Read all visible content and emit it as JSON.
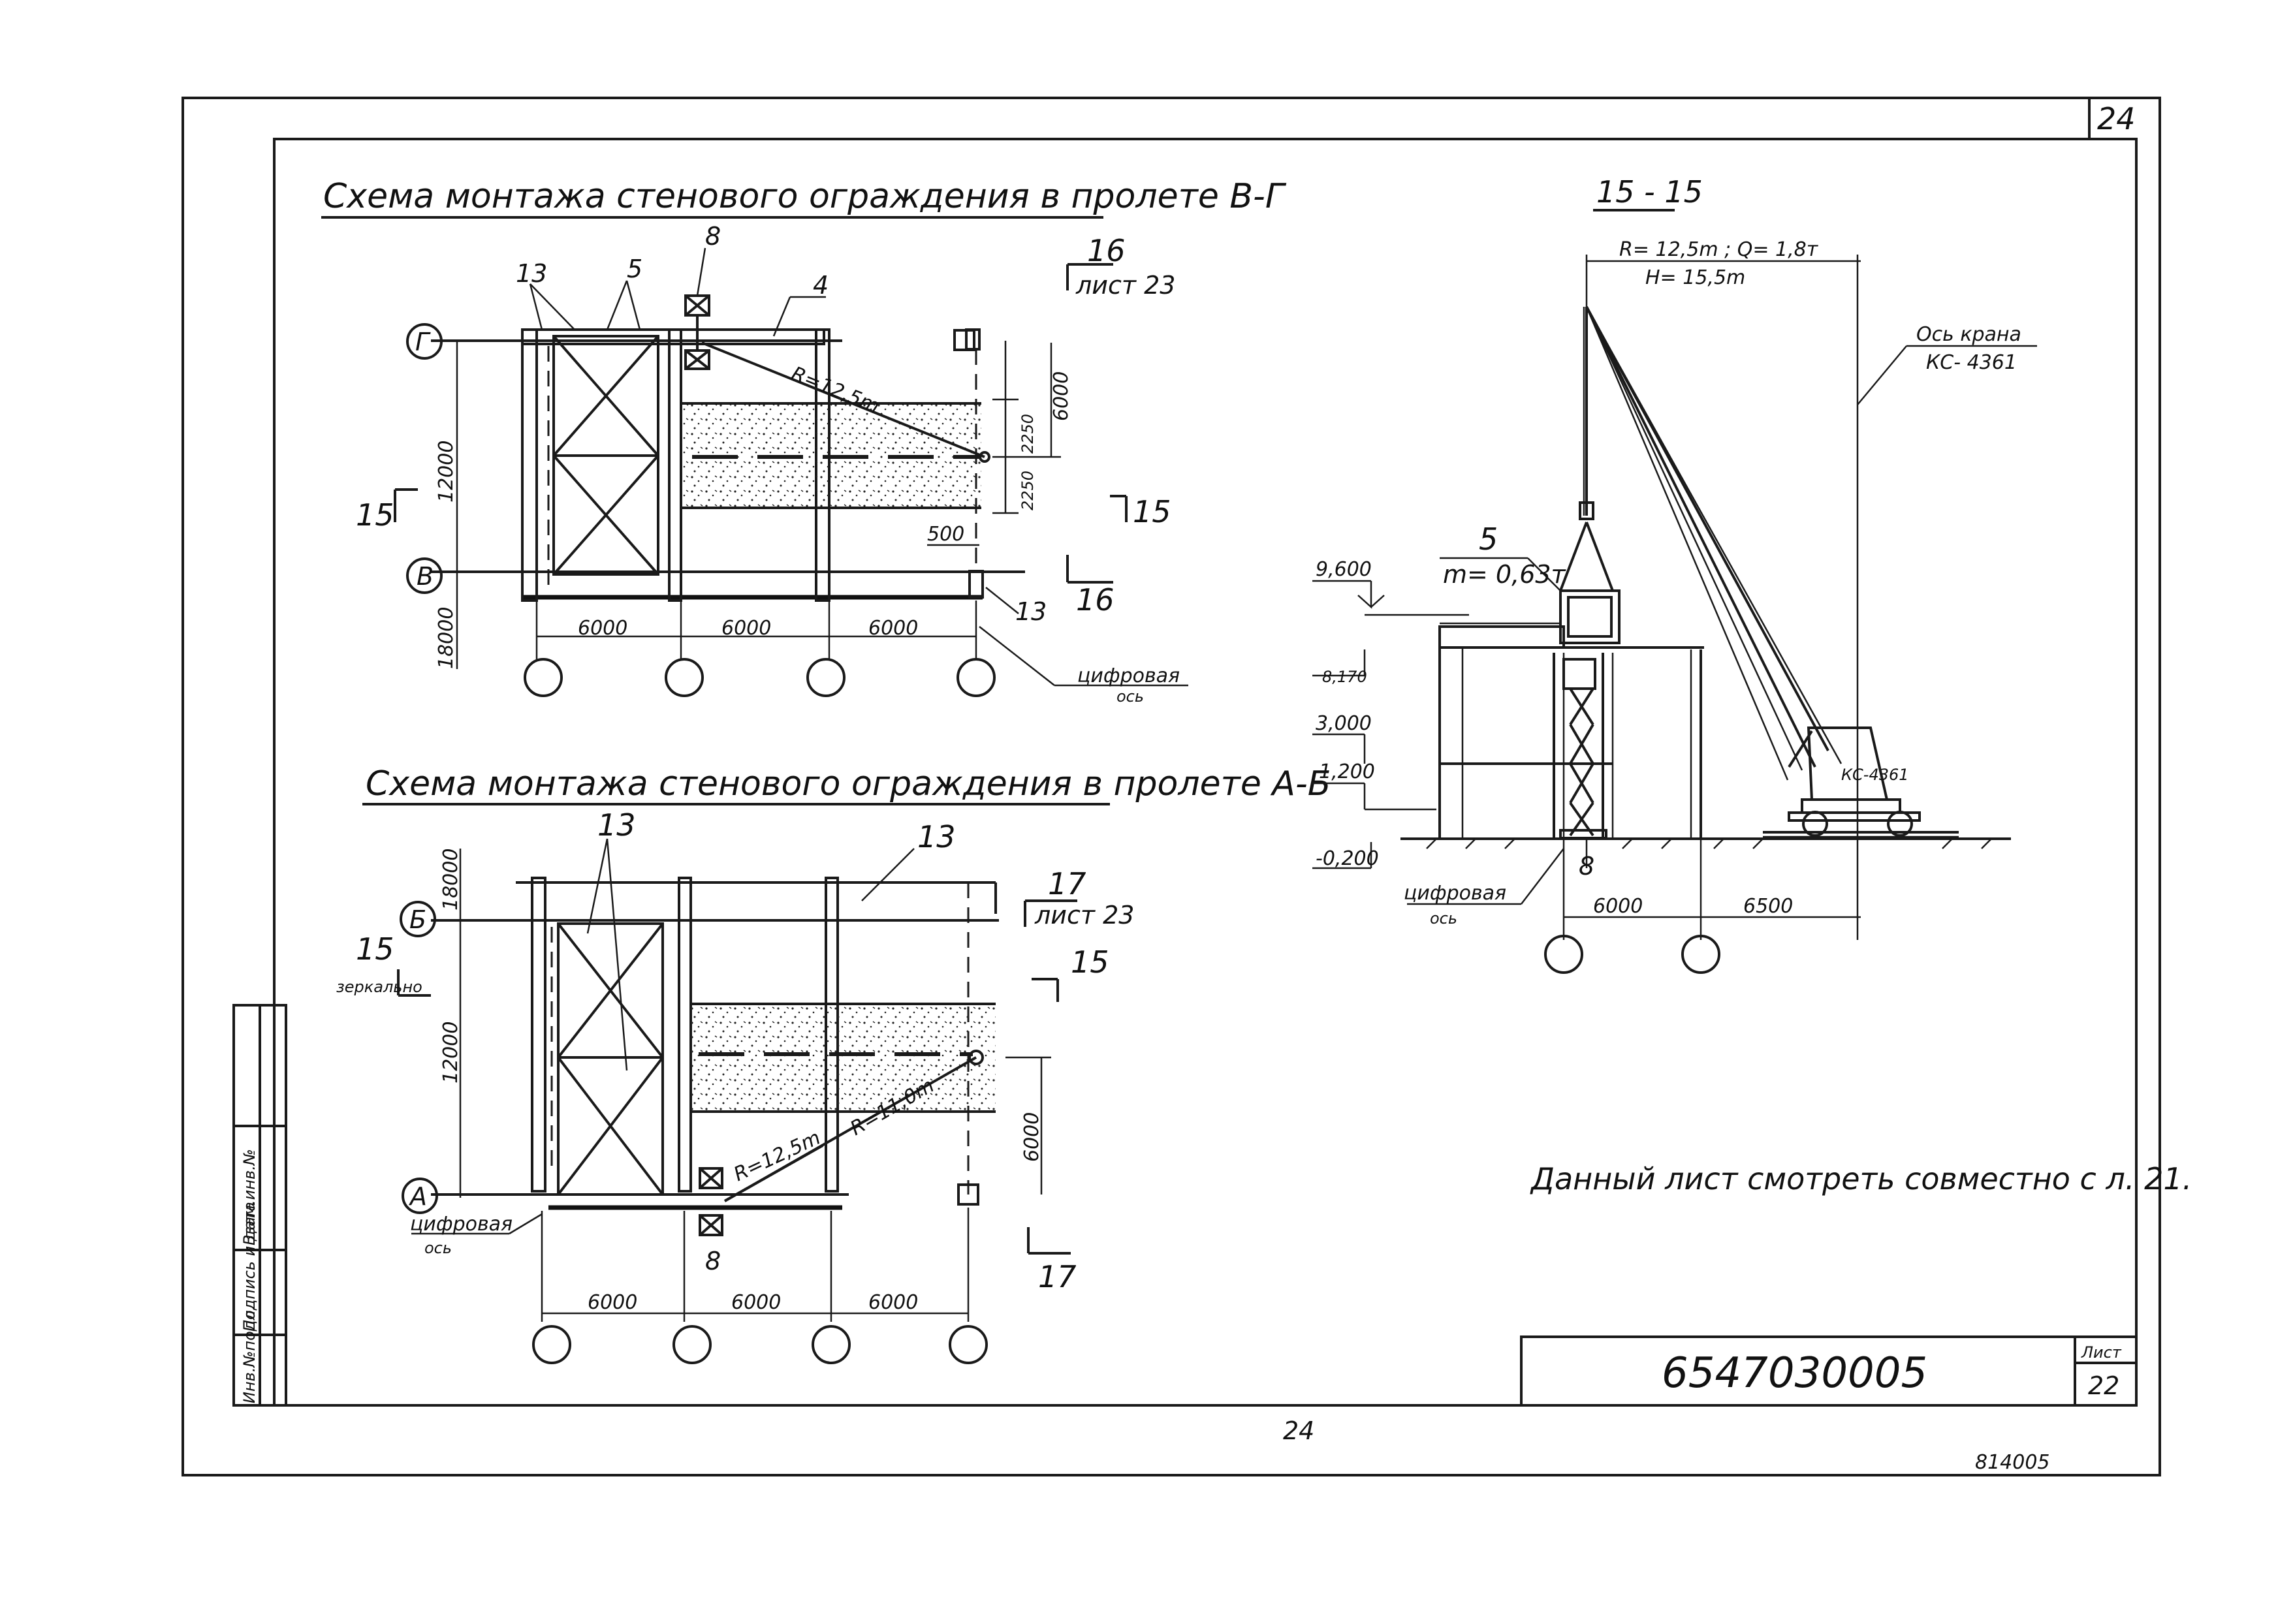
{
  "sheet": {
    "corner_page": "24",
    "bottom_page": "24",
    "bottom_right_code": "814005",
    "doc_number": "6547030005",
    "sheet_label": "Лист",
    "sheet_number": "22",
    "side_stamp": [
      "Инв.№подл.",
      "Подпись и дата",
      "Взам.инв.№"
    ],
    "note": "Данный лист смотреть совместно с л. 21."
  },
  "plan_top": {
    "title": "Схема монтажа стенового ограждения в пролете В-Г",
    "axis_upper": "Г",
    "axis_lower": "В",
    "callouts": [
      "13",
      "5",
      "8",
      "4",
      "13"
    ],
    "section_ref_num": "16",
    "section_ref_sheet": "лист 23",
    "section_16_bottom": "16",
    "section_15_left": "15",
    "section_15_right": "15",
    "radius": "R=12,5m",
    "dims_bottom": [
      "6000",
      "6000",
      "6000"
    ],
    "dim_span": "12000",
    "dim_next": "18000",
    "dims_right": [
      "6000",
      "2250",
      "2250"
    ],
    "dim_offset": "500",
    "numeric_axis": [
      "цифровая",
      "ось"
    ]
  },
  "plan_bottom": {
    "title": "Схема монтажа стенового ограждения в пролете А-Б",
    "axis_upper": "Б",
    "axis_lower": "А",
    "callouts": [
      "13",
      "13",
      "8"
    ],
    "section_ref_num": "17",
    "section_ref_sheet": "лист 23",
    "section_17_bottom": "17",
    "section_15_left": "15",
    "section_15_note": "зеркально",
    "section_15_right": "15",
    "radius_1": "R=12,5m",
    "radius_2": "R=11,0m",
    "dims_bottom": [
      "6000",
      "6000",
      "6000"
    ],
    "dim_span": "12000",
    "dim_next": "18000",
    "dim_right": "6000",
    "numeric_axis": [
      "цифровая",
      "ось"
    ]
  },
  "section": {
    "title": "15 - 15",
    "crane_params_1": "R= 12,5m ; Q= 1,8т",
    "crane_params_2": "H= 15,5m",
    "crane_axis_label": "Ось крана",
    "crane_model": "КС- 4361",
    "crane_body_label": "КС-4361",
    "panel_callout": "5",
    "panel_mass": "m= 0,63т",
    "lift_callout": "8",
    "levels": [
      "9,600",
      "8,170",
      "3,000",
      "1,200",
      "-0,200"
    ],
    "dims_bottom": [
      "6000",
      "6500"
    ],
    "numeric_axis": [
      "цифровая",
      "ось"
    ]
  }
}
